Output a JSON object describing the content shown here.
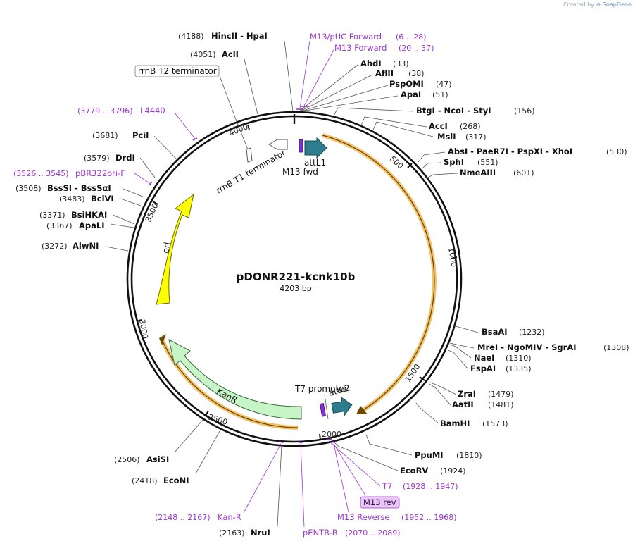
{
  "credit": {
    "prefix": "Created by",
    "brand": "SnapGene"
  },
  "plasmid": {
    "name": "pDONR221-kcnk10b",
    "length": "4203 bp"
  },
  "ticks": [
    "500",
    "1000",
    "1500",
    "2000",
    "2500",
    "3000",
    "3500",
    "4000"
  ],
  "enzymes": [
    {
      "name": "HincII  -  HpaI",
      "pos": "(4188)"
    },
    {
      "name": "AclI",
      "pos": "(4051)"
    },
    {
      "name": "AhdI",
      "pos": "(33)"
    },
    {
      "name": "AflII",
      "pos": "(38)"
    },
    {
      "name": "PspOMI",
      "pos": "(47)"
    },
    {
      "name": "ApaI",
      "pos": "(51)"
    },
    {
      "name": "BtgI  -  NcoI  -  StyI",
      "pos": "(156)"
    },
    {
      "name": "AccI",
      "pos": "(268)"
    },
    {
      "name": "MslI",
      "pos": "(317)"
    },
    {
      "name": "AbsI  -  PaeR7I  -  PspXI  -  XhoI",
      "pos": "(530)"
    },
    {
      "name": "SphI",
      "pos": "(551)"
    },
    {
      "name": "NmeAIII",
      "pos": "(601)"
    },
    {
      "name": "BsaAI",
      "pos": "(1232)"
    },
    {
      "name": "MreI  -  NgoMIV  -  SgrAI",
      "pos": "(1308)"
    },
    {
      "name": "NaeI",
      "pos": "(1310)"
    },
    {
      "name": "FspAI",
      "pos": "(1335)"
    },
    {
      "name": "ZraI",
      "pos": "(1479)"
    },
    {
      "name": "AatII",
      "pos": "(1481)"
    },
    {
      "name": "BamHI",
      "pos": "(1573)"
    },
    {
      "name": "PpuMI",
      "pos": "(1810)"
    },
    {
      "name": "EcoRV",
      "pos": "(1924)"
    },
    {
      "name": "NruI",
      "pos": "(2163)"
    },
    {
      "name": "EcoNI",
      "pos": "(2418)"
    },
    {
      "name": "AsiSI",
      "pos": "(2506)"
    },
    {
      "name": "AlwNI",
      "pos": "(3272)"
    },
    {
      "name": "ApaLI",
      "pos": "(3367)"
    },
    {
      "name": "BsiHKAI",
      "pos": "(3371)"
    },
    {
      "name": "BclVI",
      "pos": "(3483)"
    },
    {
      "name": "BssSI  -  BssSαI",
      "pos": "(3508)"
    },
    {
      "name": "DrdI",
      "pos": "(3579)"
    },
    {
      "name": "PciI",
      "pos": "(3681)"
    }
  ],
  "primers": [
    {
      "name": "M13/pUC Forward",
      "range": "(6 .. 28)"
    },
    {
      "name": "M13 Forward",
      "range": "(20 .. 37)"
    },
    {
      "name": "L4440",
      "range": "(3779 .. 3796)"
    },
    {
      "name": "pBR322ori-F",
      "range": "(3526 .. 3545)"
    },
    {
      "name": "T7",
      "range": "(1928 .. 1947)"
    },
    {
      "name": "M13 rev",
      "range": ""
    },
    {
      "name": "M13 Reverse",
      "range": "(1952 .. 1968)"
    },
    {
      "name": "Kan-R",
      "range": "(2148 .. 2167)"
    },
    {
      "name": "pENTR-R",
      "range": "(2070 .. 2089)"
    }
  ],
  "features": {
    "rrnB_T2": "rrnB T2 terminator",
    "rrnB_T1": "rrnB T1 terminator",
    "attL1": "attL1",
    "m13fwd": "M13 fwd",
    "t7promoter": "T7 promoter",
    "attL2": "attL2",
    "kanR": "KanR",
    "ori": "ori"
  },
  "colors": {
    "backbone": "#111111",
    "primer": "#a035d0",
    "ori": "#ffff00",
    "kanR": "#c8f5c8",
    "attL": "#2e7d8f",
    "highlight": "#f5c06a"
  }
}
